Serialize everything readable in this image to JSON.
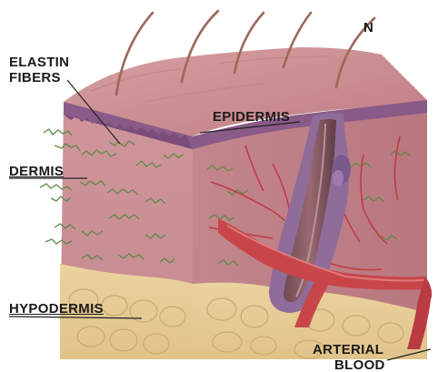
{
  "labels": {
    "elastin_line1": "ELASTIN",
    "elastin_line2": "FIBERS",
    "epidermis": "EPIDERMIS",
    "dermis": "DERMIS",
    "hypodermis": "HYPODERMIS",
    "arterial_line1": "ARTERIAL",
    "arterial_line2": "BLOOD",
    "corner_letter": "N"
  },
  "colors": {
    "epidermis_top": "#c98a8e",
    "dermis": "#c98f93",
    "epidermis_band": "#8a5a88",
    "hypodermis": "#e6c98f",
    "elastin": "#5e8a4a",
    "artery": "#c8464a",
    "hair": "#9a6a58"
  }
}
